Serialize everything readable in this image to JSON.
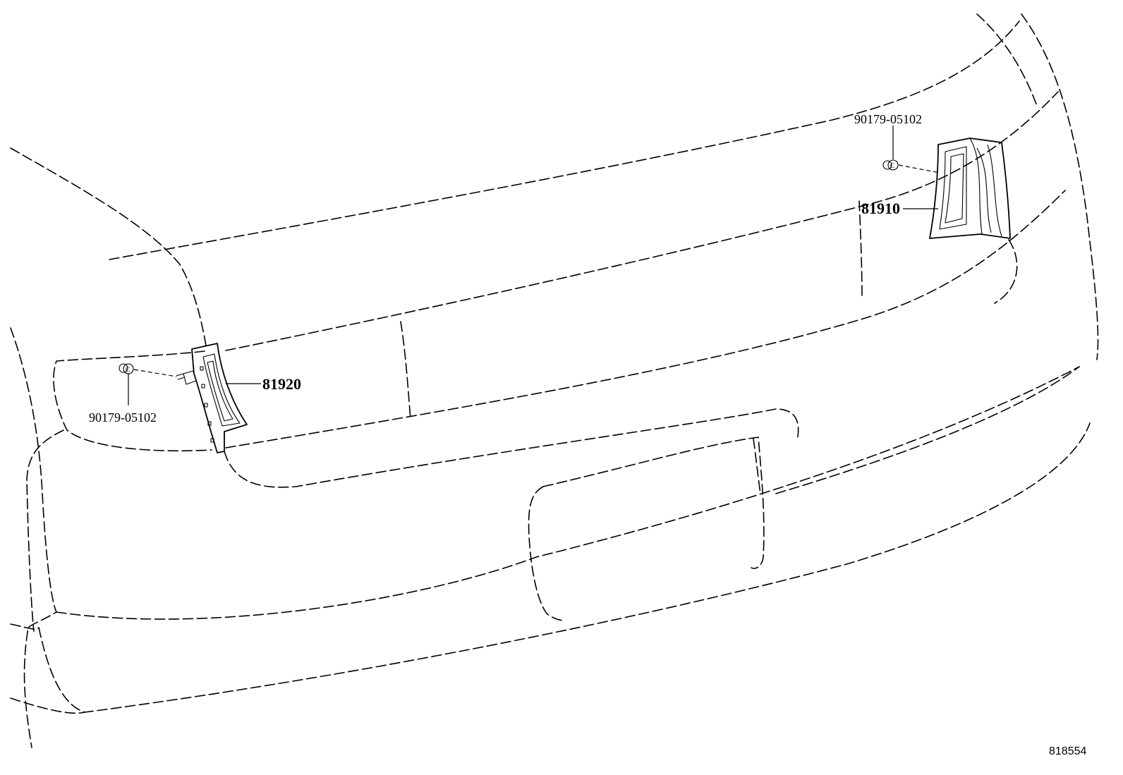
{
  "callouts": {
    "lamp_right": "81910",
    "lamp_left": "81920",
    "bolt_right": "90179-05102",
    "bolt_left": "90179-05102"
  },
  "illustration_id": "818554"
}
